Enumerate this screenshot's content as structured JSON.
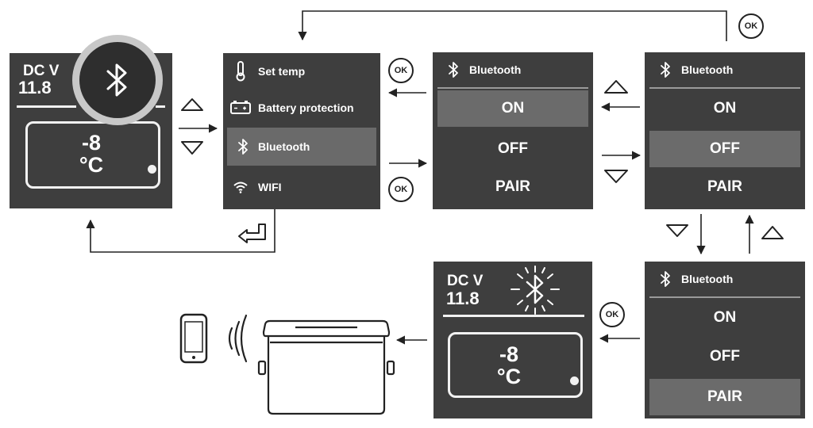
{
  "home": {
    "dc_label": "DC V",
    "voltage": "11.8",
    "temp_value": "-8",
    "temp_unit": "°C"
  },
  "menu": {
    "items": [
      {
        "label": "Set temp",
        "icon": "thermometer-icon"
      },
      {
        "label": "Battery protection",
        "icon": "battery-icon"
      },
      {
        "label": "Bluetooth",
        "icon": "bluetooth-icon",
        "selected": true
      },
      {
        "label": "WIFI",
        "icon": "wifi-icon"
      }
    ]
  },
  "bluetooth_screen": {
    "title": "Bluetooth",
    "options": [
      "ON",
      "OFF",
      "PAIR"
    ]
  },
  "ok_label": "OK",
  "colors": {
    "screen": "#3e3e3e",
    "selected": "#6a6a6a",
    "text": "#ffffff",
    "line": "#222222"
  }
}
